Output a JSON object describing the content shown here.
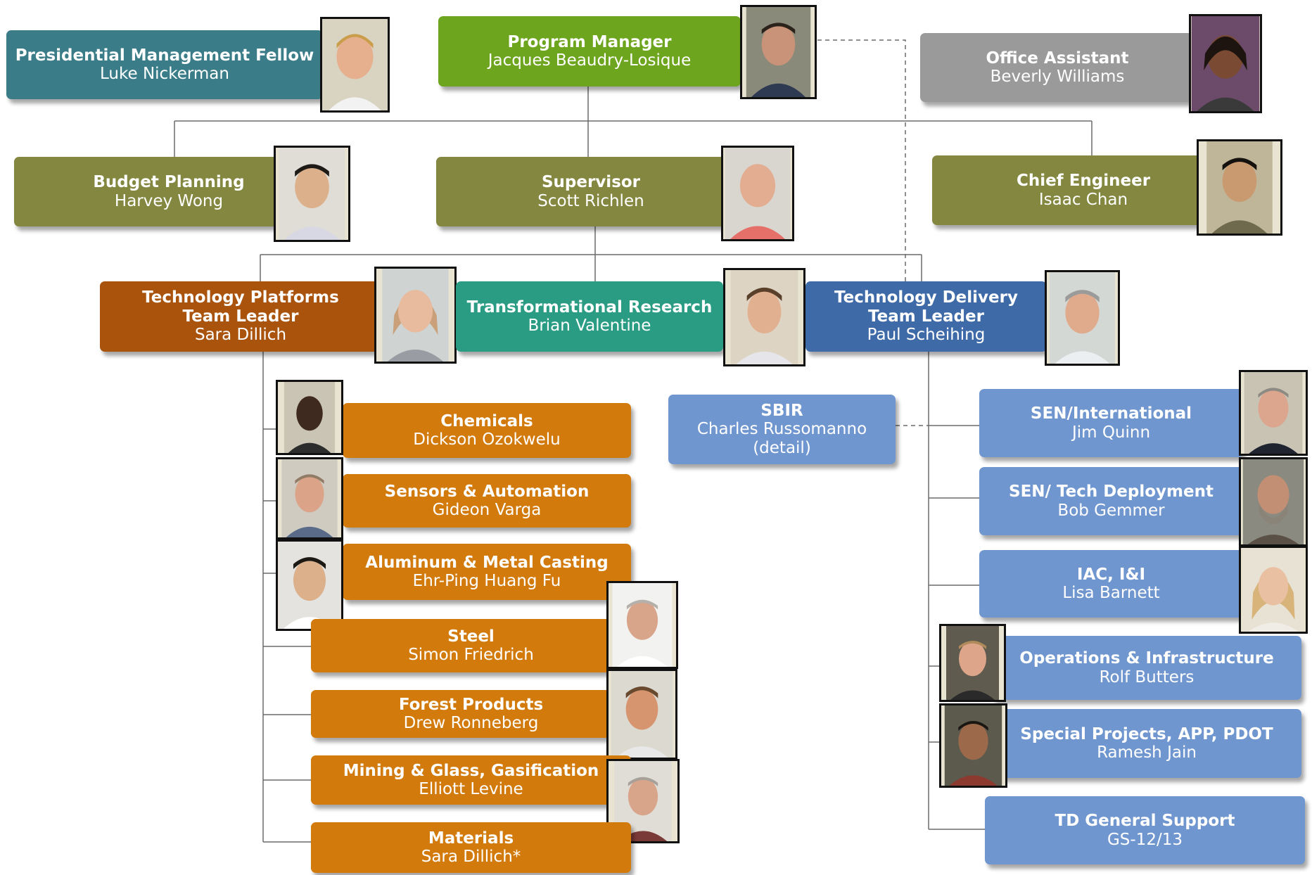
{
  "colors": {
    "teal": "#3a7d88",
    "green": "#6ea51e",
    "grey": "#9a9a9a",
    "olive": "#84873f",
    "brown": "#a9530d",
    "sea": "#2a9c83",
    "blue": "#3f6aa8",
    "orange": "#d27a0b",
    "light_blue": "#7096cf"
  },
  "nodes": {
    "pmf": {
      "title": "Presidential Management Fellow",
      "name": "Luke Nickerman"
    },
    "pm": {
      "title": "Program Manager",
      "name": "Jacques Beaudry-Losique"
    },
    "office": {
      "title": "Office Assistant",
      "name": "Beverly Williams"
    },
    "budget": {
      "title": "Budget Planning",
      "name": "Harvey Wong"
    },
    "super": {
      "title": "Supervisor",
      "name": "Scott Richlen"
    },
    "chief": {
      "title": "Chief Engineer",
      "name": "Isaac Chan"
    },
    "tp": {
      "title1": "Technology Platforms",
      "title2": "Team Leader",
      "name": "Sara Dillich"
    },
    "tr": {
      "title": "Transformational Research",
      "name": "Brian Valentine"
    },
    "td": {
      "title1": "Technology Delivery",
      "title2": "Team Leader",
      "name": "Paul Scheihing"
    },
    "chem": {
      "title": "Chemicals",
      "name": "Dickson Ozokwelu"
    },
    "sensors": {
      "title": "Sensors & Automation",
      "name": "Gideon Varga"
    },
    "alum": {
      "title": "Aluminum & Metal Casting",
      "name": "Ehr-Ping Huang Fu"
    },
    "steel": {
      "title": "Steel",
      "name": "Simon Friedrich"
    },
    "forest": {
      "title": "Forest Products",
      "name": "Drew Ronneberg"
    },
    "mining": {
      "title": "Mining & Glass, Gasification",
      "name": "Elliott Levine"
    },
    "materials": {
      "title": "Materials",
      "name": "Sara Dillich*"
    },
    "sbir": {
      "title": "SBIR",
      "name": "Charles Russomanno",
      "note": "(detail)"
    },
    "senint": {
      "title": "SEN/International",
      "name": "Jim Quinn"
    },
    "sentech": {
      "title": "SEN/ Tech Deployment",
      "name": "Bob Gemmer"
    },
    "iac": {
      "title": "IAC, I&I",
      "name": "Lisa Barnett"
    },
    "ops": {
      "title": "Operations & Infrastructure",
      "name": "Rolf Butters"
    },
    "special": {
      "title": "Special Projects, APP, PDOT",
      "name": "Ramesh Jain"
    },
    "tdgs": {
      "title": "TD General Support",
      "name": "GS-12/13"
    }
  }
}
